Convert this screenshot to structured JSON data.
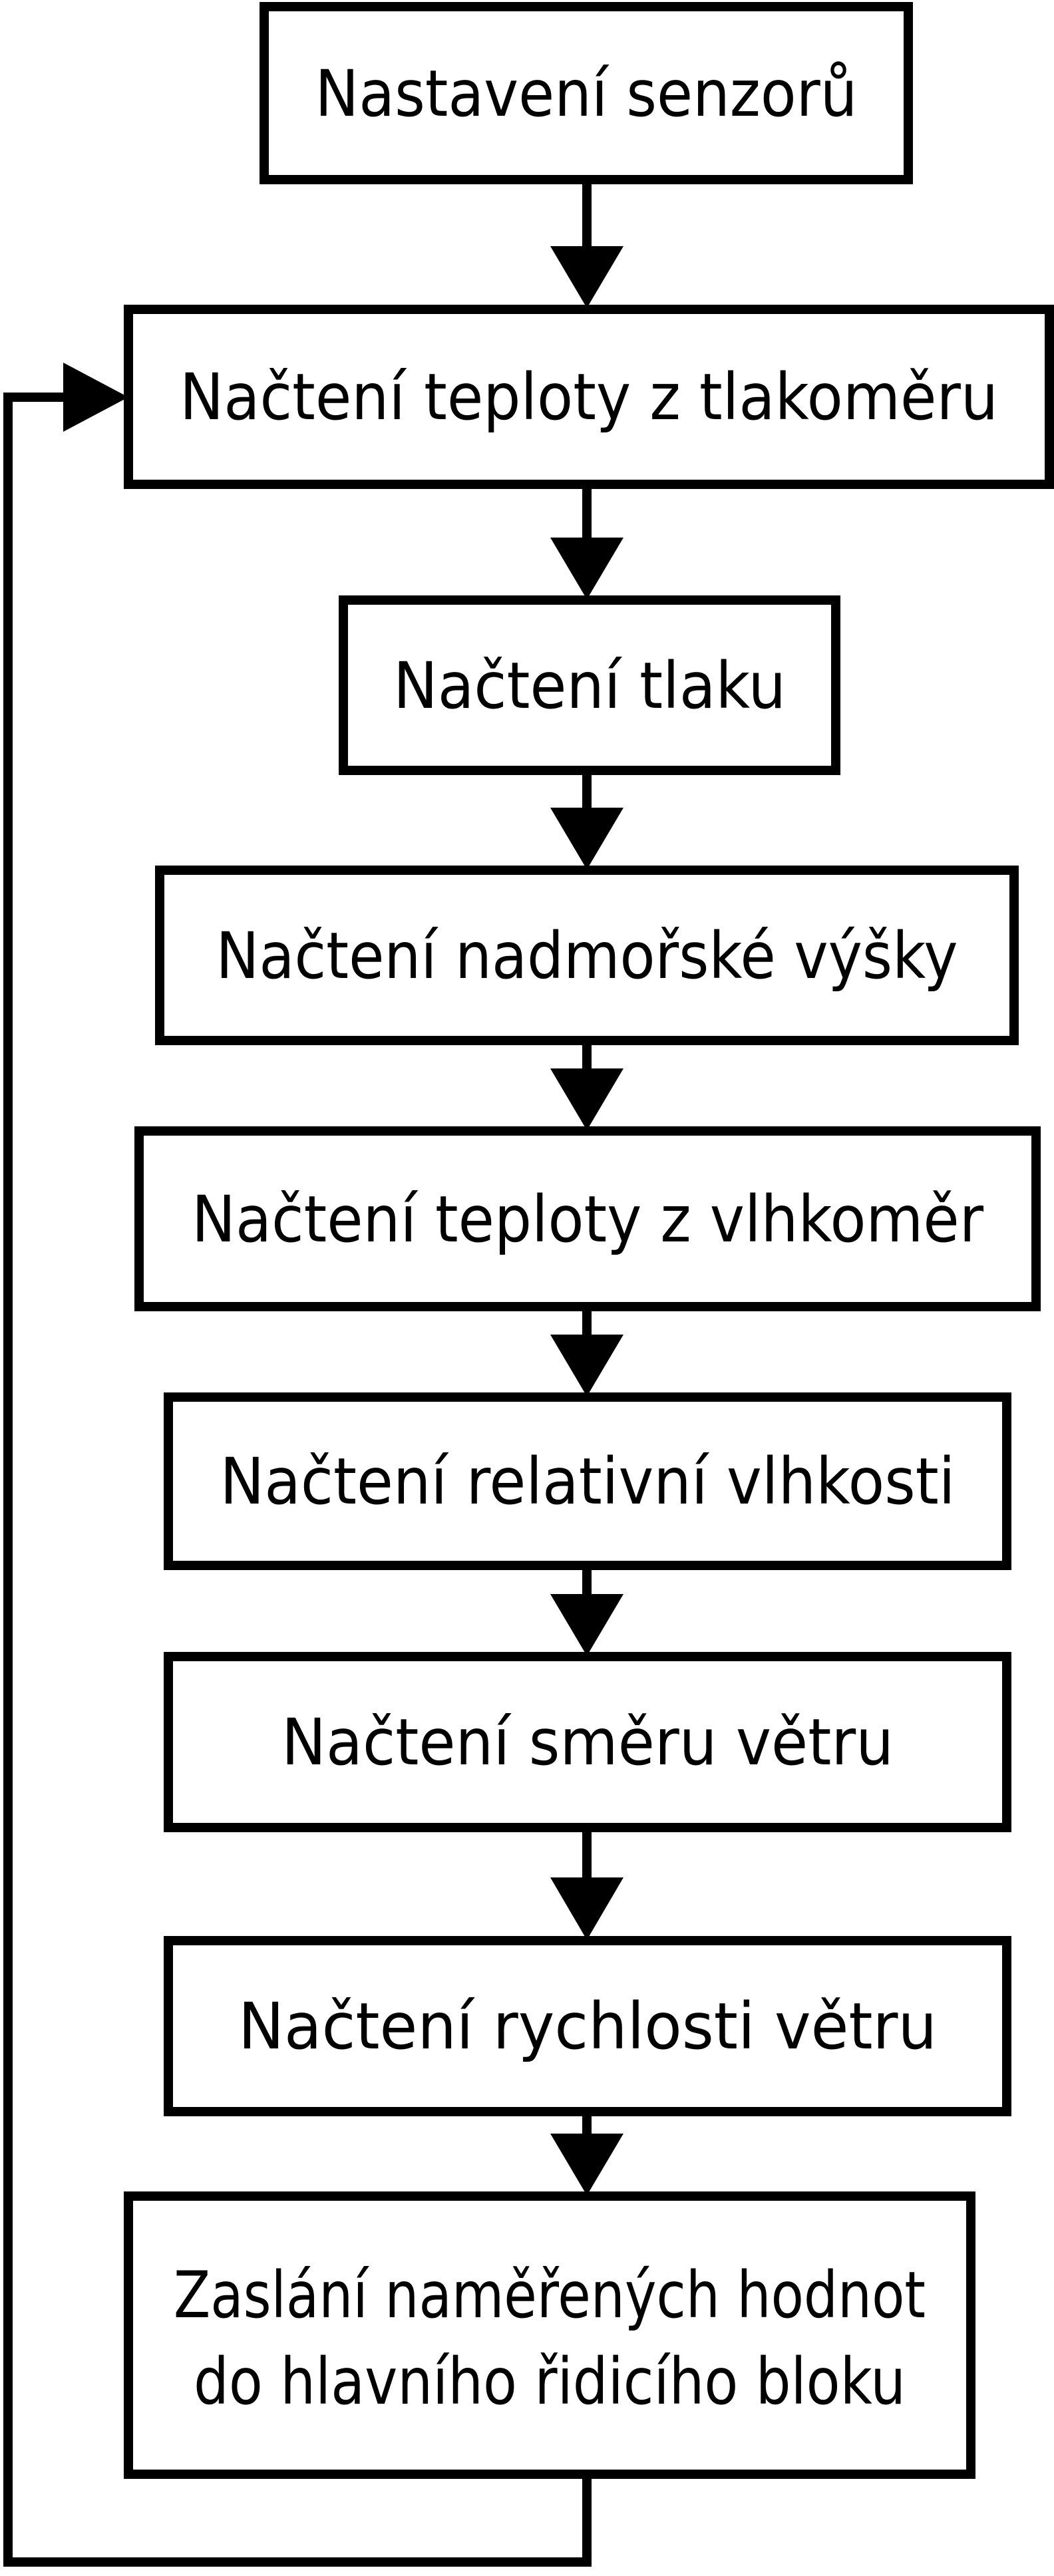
{
  "diagram": {
    "type": "flowchart",
    "title": "Sensor reading loop flowchart",
    "colors": {
      "stroke": "#000000",
      "node_fill": "#ffffff",
      "background": "#ffffff"
    },
    "nodes": [
      {
        "id": "setup-sensors",
        "label": "Nastavení senzorů"
      },
      {
        "id": "read-temp-barometer",
        "label": "Načtení teploty z tlakoměru"
      },
      {
        "id": "read-pressure",
        "label": "Načtení tlaku"
      },
      {
        "id": "read-altitude",
        "label": "Načtení nadmořské výšky"
      },
      {
        "id": "read-temp-hygrometer",
        "label": "Načtení teploty z vlhkoměr"
      },
      {
        "id": "read-rel-humidity",
        "label": "Načtení relativní vlhkosti"
      },
      {
        "id": "read-wind-direction",
        "label": "Načtení směru větru"
      },
      {
        "id": "read-wind-speed",
        "label": "Načtení rychlosti větru"
      },
      {
        "id": "send-values",
        "label": "Zaslání naměřených hodnot do hlavního řidicího bloku",
        "label_line1": "Zaslání naměřených hodnot",
        "label_line2": "do hlavního řidicího bloku"
      }
    ],
    "edges": [
      {
        "from": "setup-sensors",
        "to": "read-temp-barometer"
      },
      {
        "from": "read-temp-barometer",
        "to": "read-pressure"
      },
      {
        "from": "read-pressure",
        "to": "read-altitude"
      },
      {
        "from": "read-altitude",
        "to": "read-temp-hygrometer"
      },
      {
        "from": "read-temp-hygrometer",
        "to": "read-rel-humidity"
      },
      {
        "from": "read-rel-humidity",
        "to": "read-wind-direction"
      },
      {
        "from": "read-wind-direction",
        "to": "read-wind-speed"
      },
      {
        "from": "read-wind-speed",
        "to": "send-values"
      },
      {
        "from": "send-values",
        "to": "read-temp-barometer",
        "kind": "loop-back"
      }
    ]
  }
}
